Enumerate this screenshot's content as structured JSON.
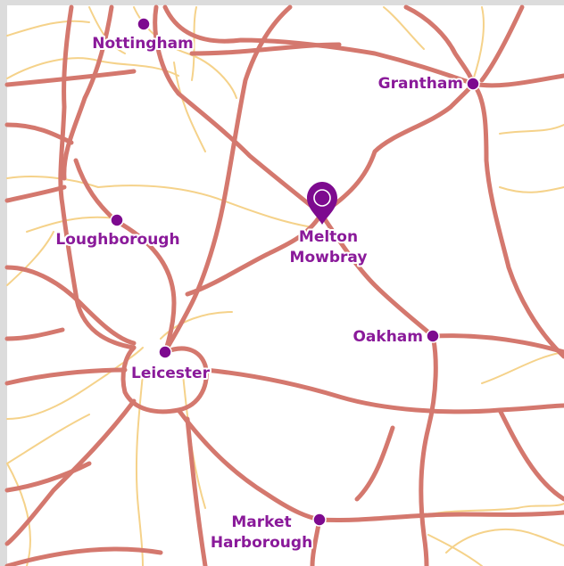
{
  "map": {
    "colors": {
      "background": "#ffffff",
      "frame": "#dcdcdc",
      "major_road": "#d4786e",
      "minor_road": "#f5d28a",
      "marker": "#7d0a8f",
      "label": "#8a1a9a"
    },
    "selected_marker": {
      "icon": "map-pin-icon",
      "label_line1": "Melton",
      "label_line2": "Mowbray"
    },
    "places": [
      {
        "id": "nottingham",
        "label": "Nottingham"
      },
      {
        "id": "grantham",
        "label": "Grantham"
      },
      {
        "id": "loughborough",
        "label": "Loughborough"
      },
      {
        "id": "oakham",
        "label": "Oakham"
      },
      {
        "id": "leicester",
        "label": "Leicester"
      },
      {
        "id": "market-harborough",
        "label_line1": "Market",
        "label_line2": "Harborough"
      }
    ]
  }
}
